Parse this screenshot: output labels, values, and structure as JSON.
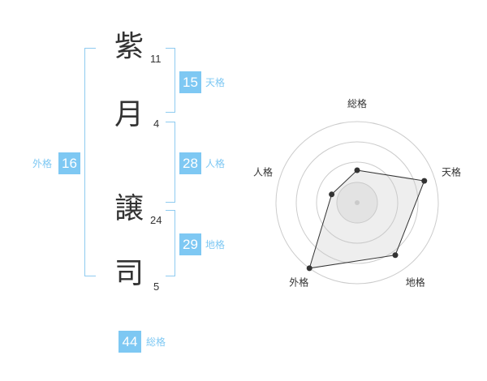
{
  "name": {
    "chars": [
      {
        "char": "紫",
        "strokes": "11"
      },
      {
        "char": "月",
        "strokes": "4"
      },
      {
        "char": "譲",
        "strokes": "24"
      },
      {
        "char": "司",
        "strokes": "5"
      }
    ]
  },
  "kakusu": {
    "tenkaku": {
      "value": "15",
      "label": "天格"
    },
    "jinkaku": {
      "value": "28",
      "label": "人格"
    },
    "chikaku": {
      "value": "29",
      "label": "地格"
    },
    "gaikaku": {
      "value": "16",
      "label": "外格"
    },
    "soukaku": {
      "value": "44",
      "label": "総格"
    }
  },
  "colors": {
    "accent": "#7ec8f3",
    "bracket": "#8fcbf0",
    "text": "#333333",
    "radar_grid": "#cccccc",
    "radar_fill": "#eeeeee"
  },
  "chart_data": {
    "type": "radar",
    "axes": [
      "総格",
      "天格",
      "地格",
      "外格",
      "人格"
    ],
    "values": [
      0.4,
      0.87,
      0.8,
      1.0,
      0.33
    ],
    "range": [
      0,
      1
    ],
    "rings": 4
  }
}
